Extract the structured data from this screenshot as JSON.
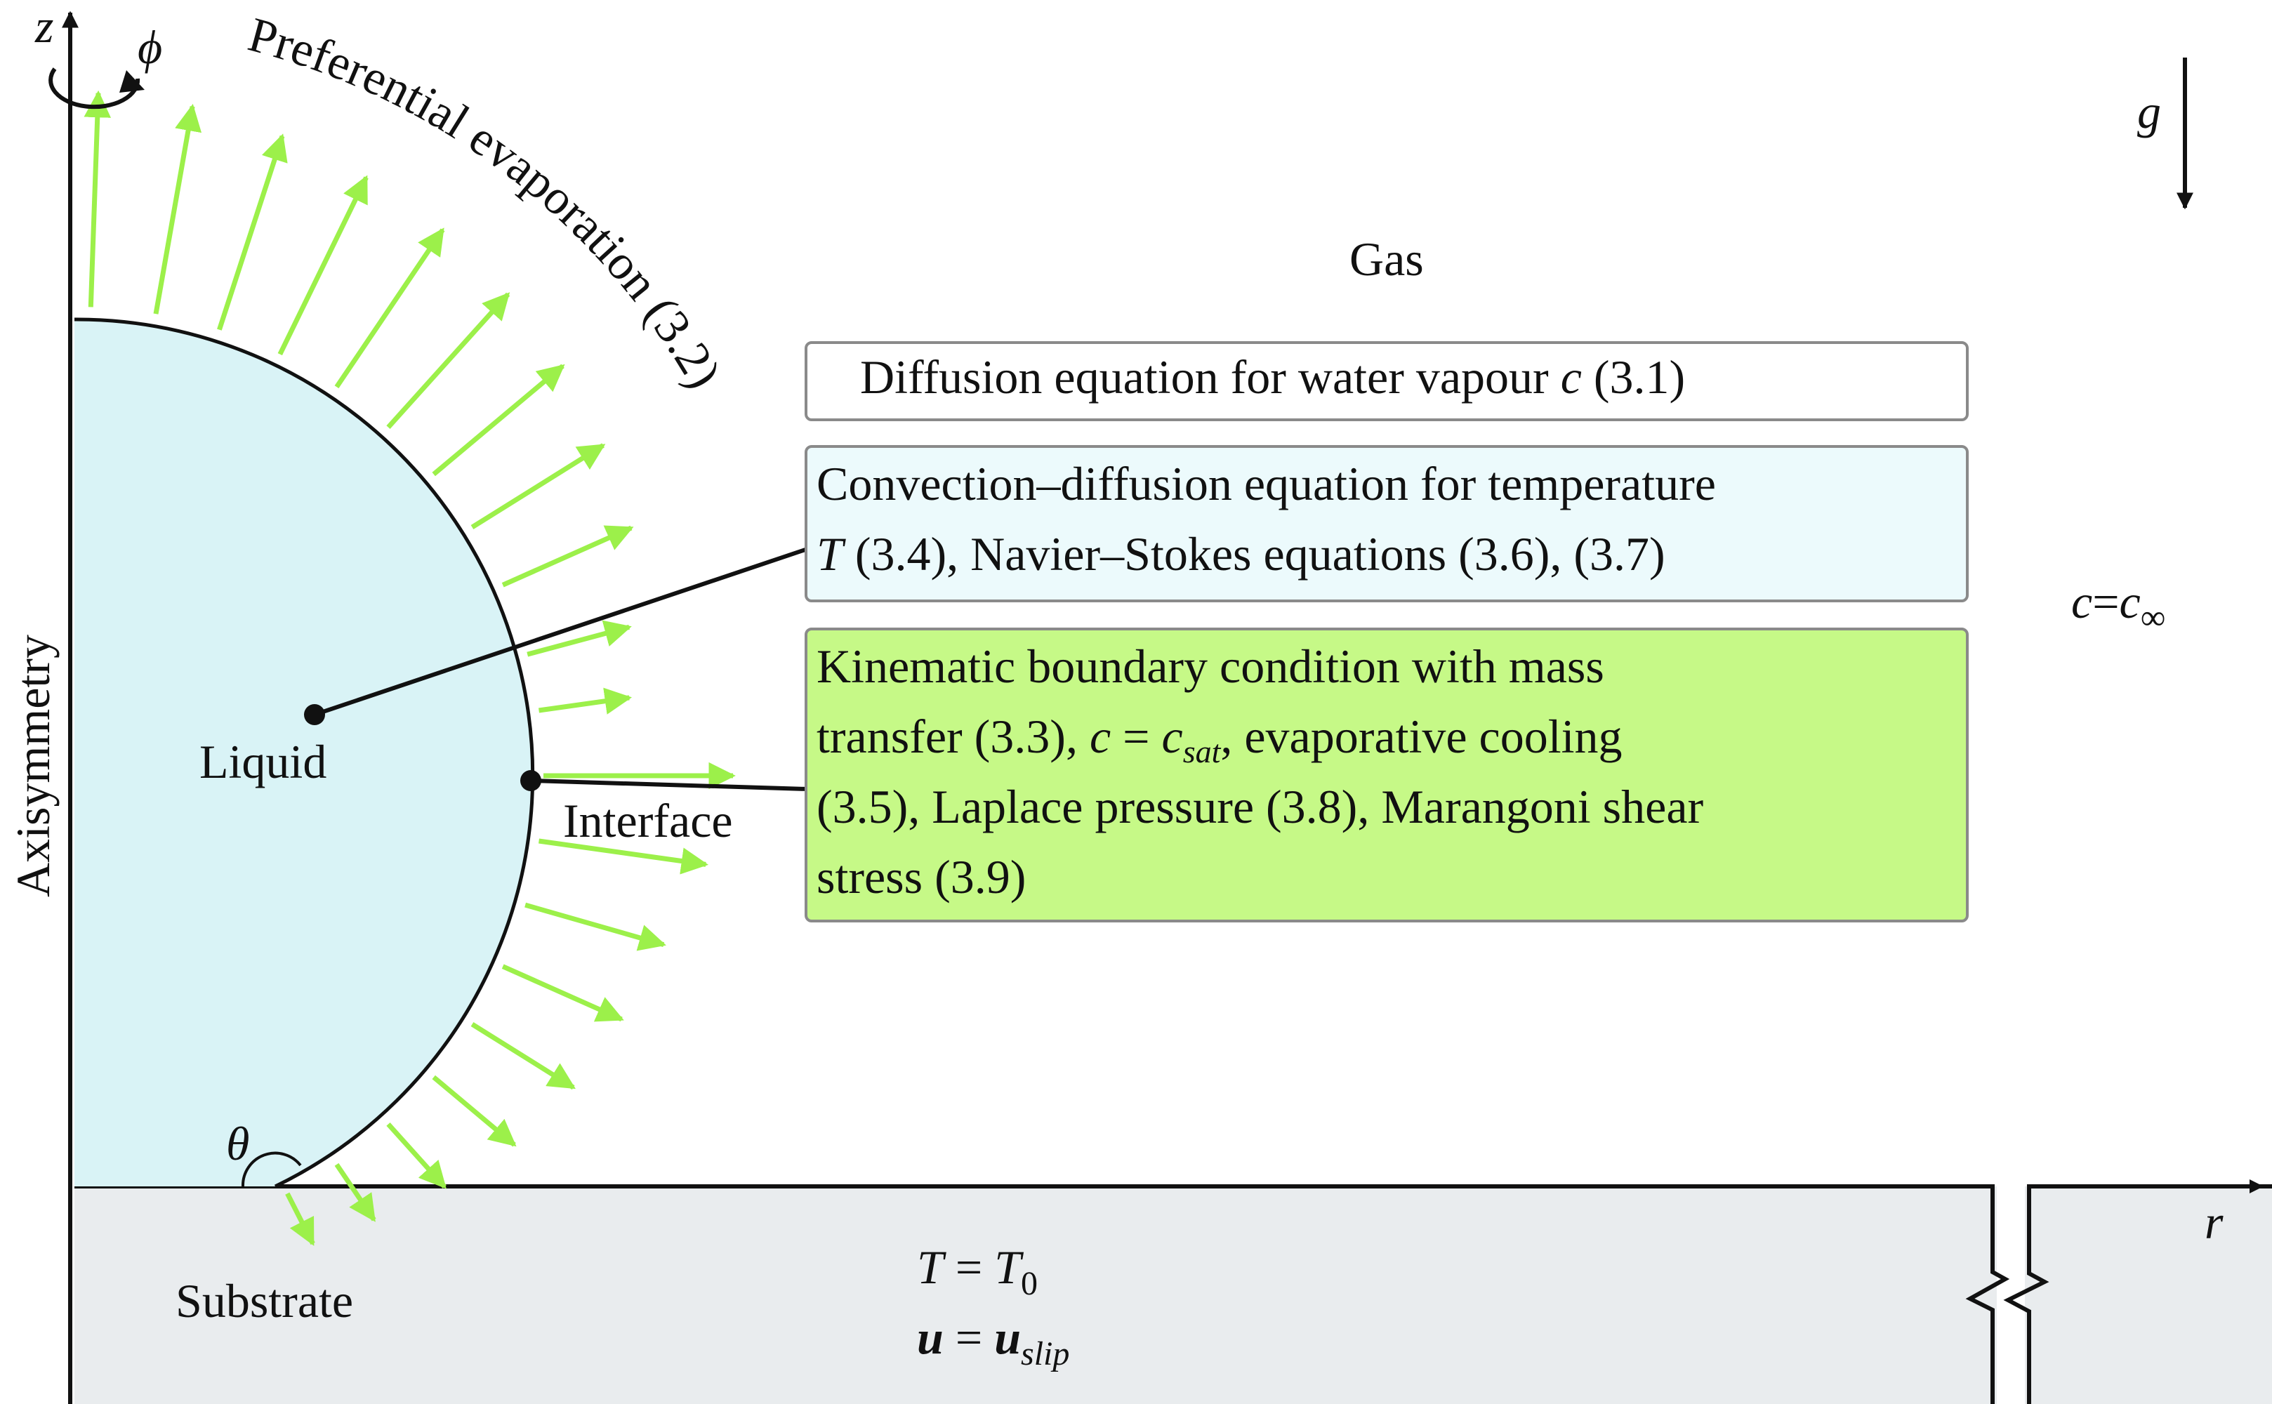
{
  "colors": {
    "liquid_fill": "#d9f3f6",
    "substrate_fill": "#e9ecee",
    "evap_arrow": "#9cf04a",
    "box_blue_fill": "#ecfafc",
    "box_green_fill": "#c6f987",
    "box_border": "#8a8a8a",
    "ink": "#111111"
  },
  "axes": {
    "z_label": "z",
    "r_label": "r",
    "phi_label": "ϕ",
    "axis_label": "Axisymmetry",
    "theta_label": "θ"
  },
  "gravity": {
    "label": "g"
  },
  "regions": {
    "gas": "Gas",
    "liquid": "Liquid",
    "interface": "Interface",
    "substrate": "Substrate"
  },
  "evaporation_label": "Preferential evaporation (3.2)",
  "far_field": {
    "lhs": "c",
    "eq": "=",
    "rhs": "c",
    "rhs_sub": "∞"
  },
  "boxes": {
    "diffusion": {
      "text_a": "Diffusion equation for water vapour ",
      "text_var": "c",
      "text_b": " (3.1)"
    },
    "convection": {
      "line1": "Convection–diffusion equation for temperature",
      "line2_var": "T",
      "line2_rest": " (3.4), Navier–Stokes equations (3.6), (3.7)"
    },
    "kinematic": {
      "line1": "Kinematic boundary condition with mass",
      "line2_a": "transfer (3.3), ",
      "line2_c": "c",
      "line2_eq": " = ",
      "line2_csat": "c",
      "line2_sub": "sat",
      "line2_b": ", evaporative cooling",
      "line3": "(3.5), Laplace pressure (3.8), Marangoni shear",
      "line4": "stress (3.9)"
    }
  },
  "substrate_bc": {
    "T_lhs": "T",
    "T_eq": " = ",
    "T_rhs": "T",
    "T_sub": "0",
    "u_lhs": "u",
    "u_eq": " = ",
    "u_rhs": "u",
    "u_sub": "slip"
  }
}
